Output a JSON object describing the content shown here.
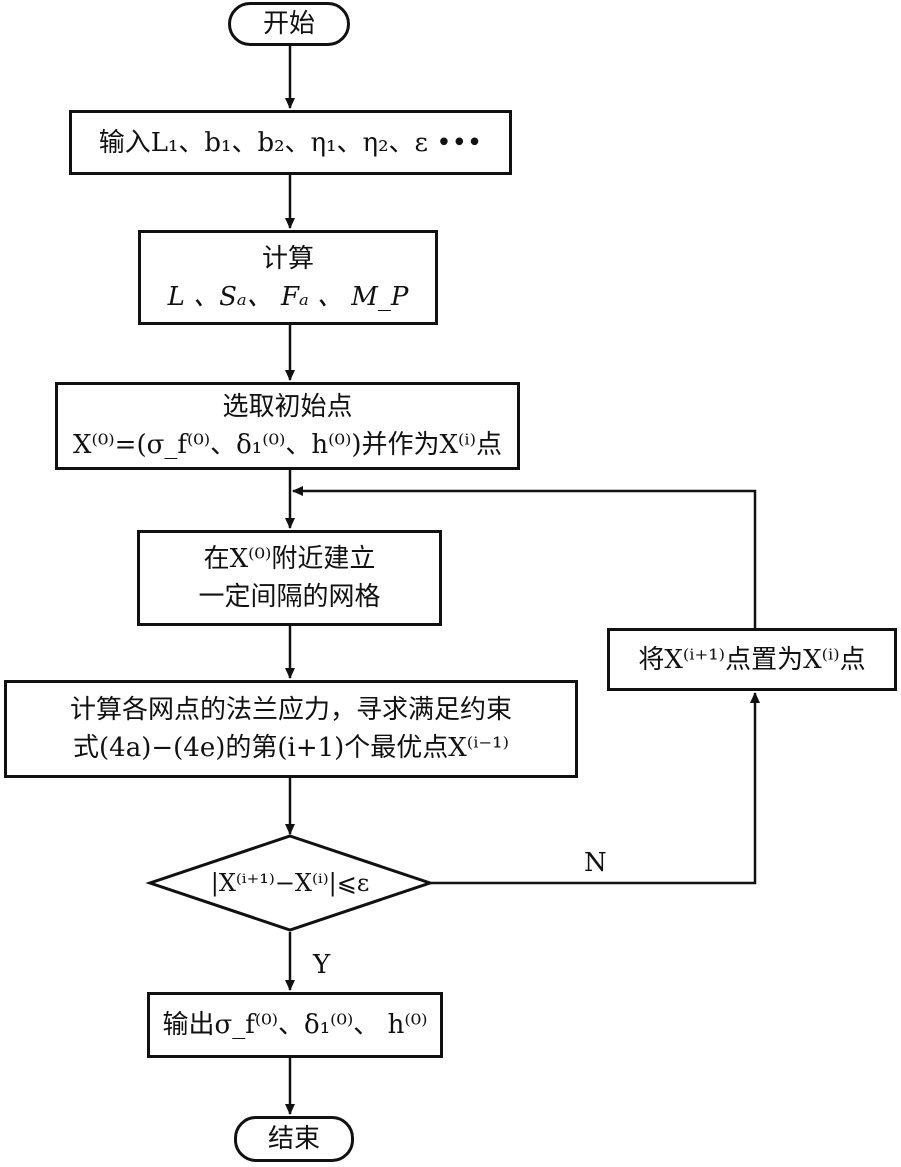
{
  "flowchart": {
    "start": "开始",
    "input": "输入L₁、b₁、b₂、η₁、η₂、ε •••",
    "calc": {
      "title": "计算",
      "vars": "L 、Sₐ、 Fₐ 、 M_P"
    },
    "init": {
      "title": "选取初始点",
      "formula": "X⁽⁰⁾=(σ_f⁽⁰⁾、δ₁⁽⁰⁾、h⁽⁰⁾)并作为X⁽ⁱ⁾点"
    },
    "grid": {
      "line1": "在X⁽⁰⁾附近建立",
      "line2": "一定间隔的网格"
    },
    "compute": {
      "line1": "计算各网点的法兰应力，寻求满足约束",
      "line2": "式(4a)−(4e)的第(i+1)个最优点X⁽ⁱ⁻¹⁾"
    },
    "decision": "|X⁽ⁱ⁺¹⁾−X⁽ⁱ⁾|⩽ε",
    "reset": "将X⁽ⁱ⁺¹⁾点置为X⁽ⁱ⁾点",
    "output": "输出σ_f⁽⁰⁾、δ₁⁽⁰⁾、 h⁽⁰⁾",
    "end": "结束",
    "label_no": "N",
    "label_yes": "Y"
  }
}
